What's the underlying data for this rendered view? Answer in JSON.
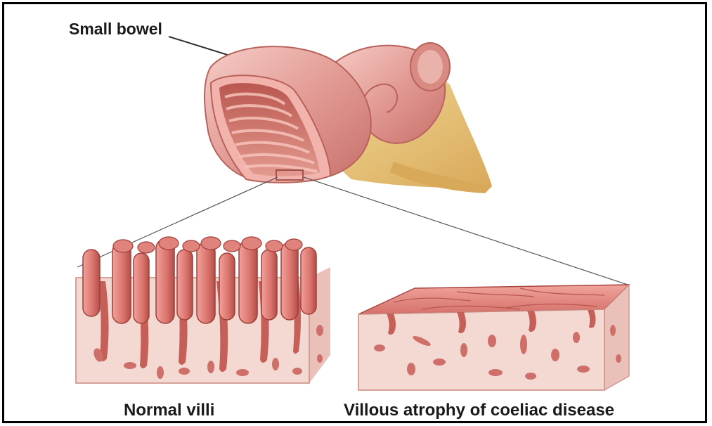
{
  "labels": {
    "small_bowel": "Small bowel",
    "normal_villi": "Normal villi",
    "villous_atrophy": "Villous atrophy of coeliac disease"
  },
  "colors": {
    "tissue_outer": "#e8a3a0",
    "tissue_inner": "#c9635f",
    "villi": "#d8706b",
    "villi_shade": "#a8433f",
    "mesentery_fat": "#e8c67a",
    "section_body": "#f4d9d2",
    "cell_spot": "#cf6f69"
  }
}
